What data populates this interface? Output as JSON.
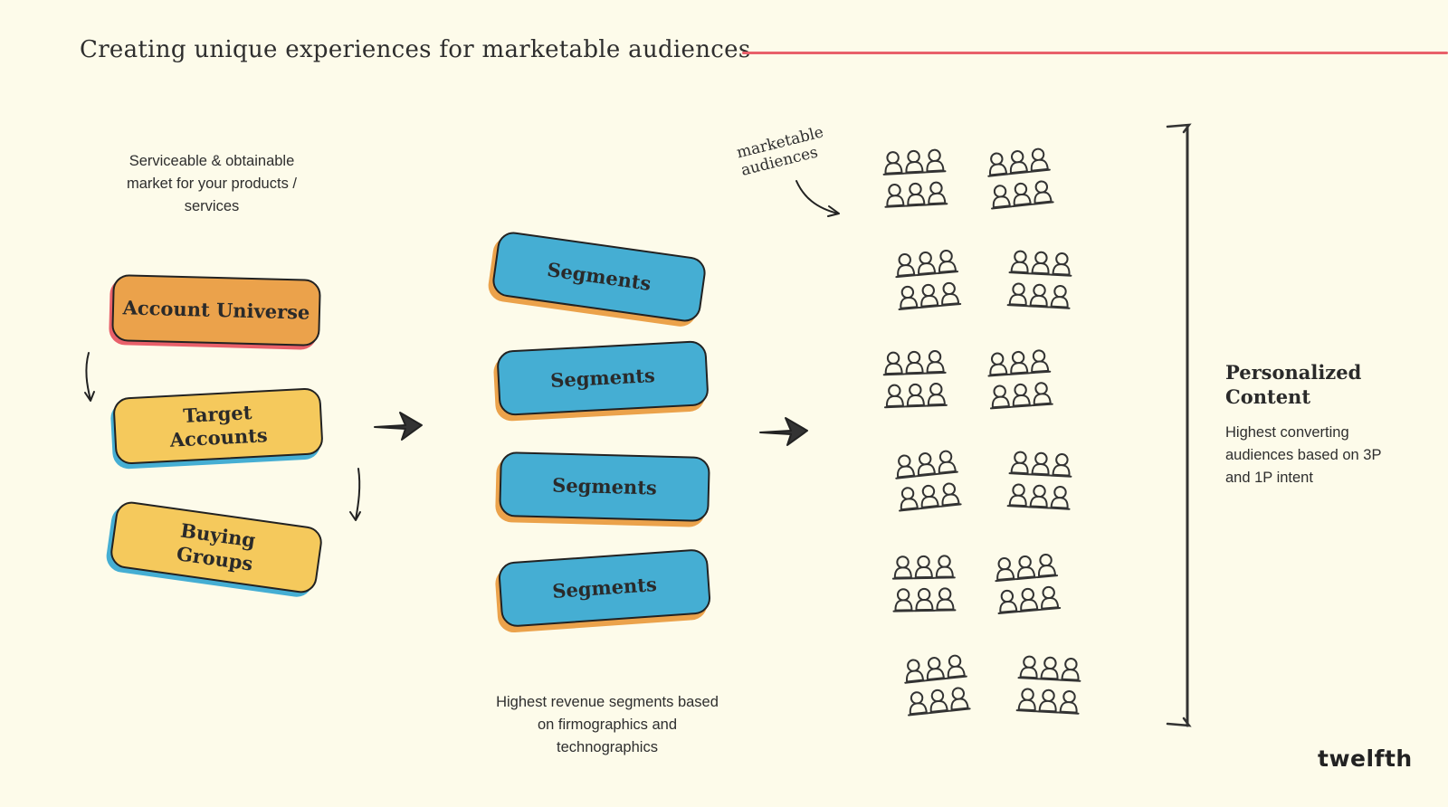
{
  "title": "Creating unique experiences for marketable audiences",
  "captions": {
    "market": "Serviceable & obtainable market for your products / services",
    "segments": "Highest revenue segments based on firmographics and technographics"
  },
  "funnel": [
    {
      "label": "Account Universe",
      "color": "#eba24b",
      "shadow_color": "#e8606a"
    },
    {
      "label": "Target Accounts",
      "color": "#f5c95c",
      "shadow_color": "#45aed3"
    },
    {
      "label": "Buying Groups",
      "color": "#f5c95c",
      "shadow_color": "#45aed3"
    }
  ],
  "segments": [
    {
      "label": "Segments"
    },
    {
      "label": "Segments"
    },
    {
      "label": "Segments"
    },
    {
      "label": "Segments"
    }
  ],
  "segment_color": "#45aed3",
  "segment_shadow_color": "#eba24b",
  "annotation": "marketable audiences",
  "audience_groups_count": 12,
  "personalized": {
    "title": "Personalized Content",
    "description": "Highest converting audiences based on 3P and 1P intent"
  },
  "brand": "twelfth",
  "icons": [
    "person-group-icon",
    "arrow-right-icon",
    "curved-arrow-icon",
    "bracket-line"
  ]
}
